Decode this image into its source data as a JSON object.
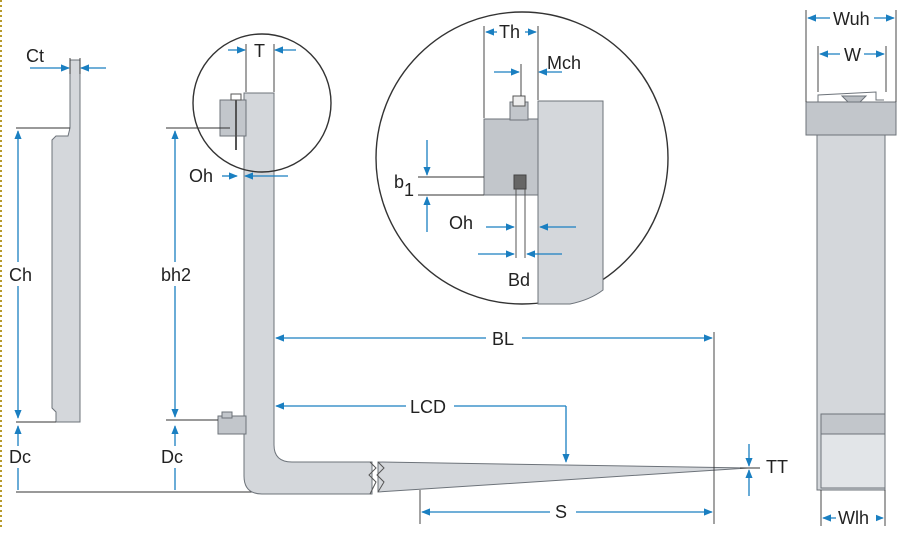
{
  "diagram": {
    "labels": {
      "ct": "Ct",
      "t": "T",
      "th": "Th",
      "mch": "Mch",
      "wuh": "Wuh",
      "w": "W",
      "ch": "Ch",
      "bh2": "bh2",
      "oh_main": "Oh",
      "oh_detail": "Oh",
      "b": "b",
      "b_sub": "1",
      "bd": "Bd",
      "bl": "BL",
      "lcd": "LCD",
      "dc_left": "Dc",
      "dc_right": "Dc",
      "tt": "TT",
      "s": "S",
      "wlh": "Wlh"
    },
    "colors": {
      "dimension_line": "#1a7fc1",
      "part_fill": "#d4d7db",
      "part_dark_fill": "#c2c6cb",
      "outline": "#333333",
      "border_dotted": "#b79a2a"
    }
  }
}
